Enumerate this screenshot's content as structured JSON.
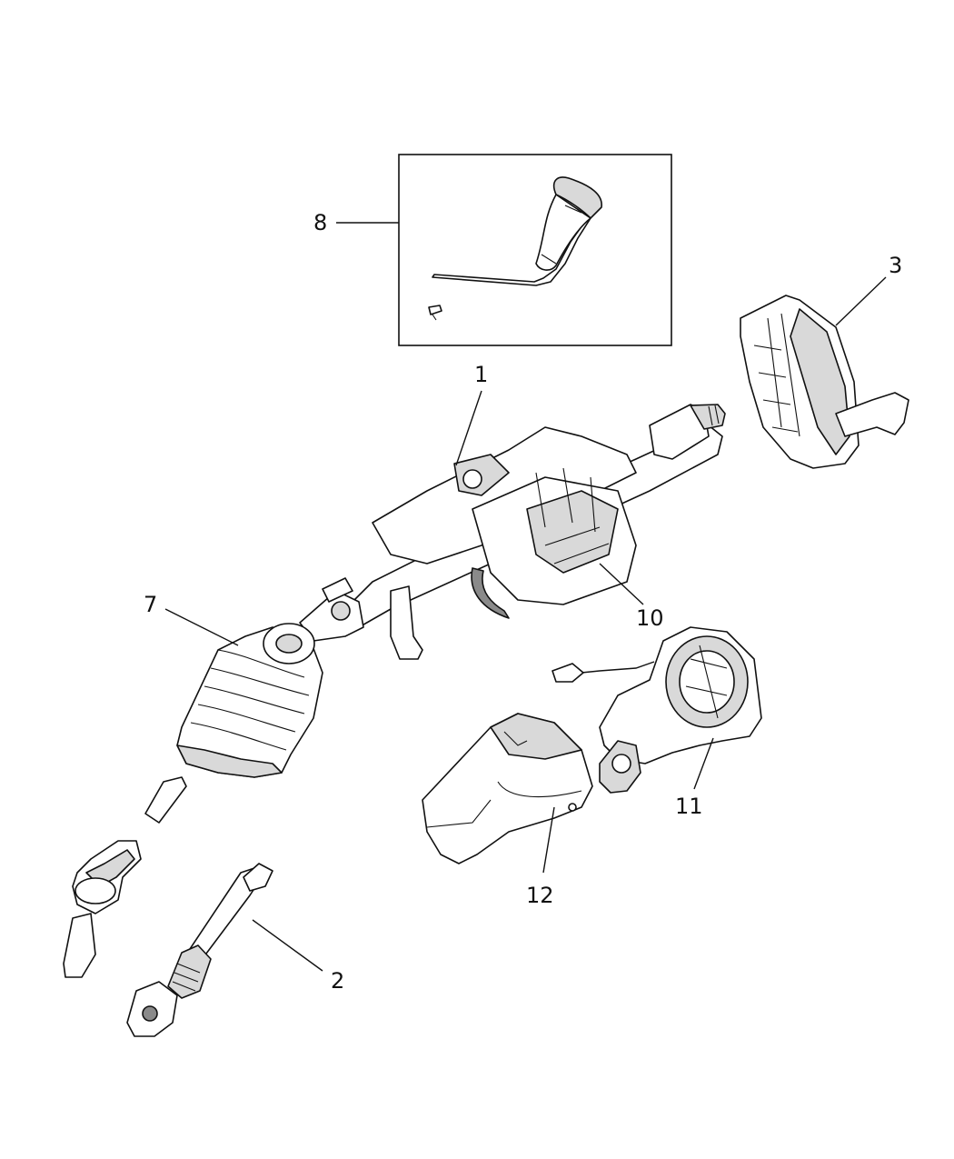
{
  "diagram": {
    "callouts": [
      {
        "id": "1",
        "label": "1"
      },
      {
        "id": "2",
        "label": "2"
      },
      {
        "id": "3",
        "label": "3"
      },
      {
        "id": "7",
        "label": "7"
      },
      {
        "id": "8",
        "label": "8"
      },
      {
        "id": "10",
        "label": "10"
      },
      {
        "id": "11",
        "label": "11"
      },
      {
        "id": "12",
        "label": "12"
      }
    ]
  }
}
